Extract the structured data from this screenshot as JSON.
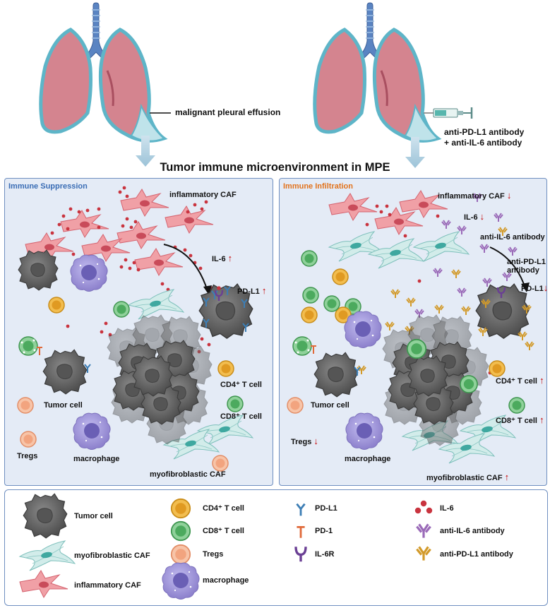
{
  "top": {
    "left_annotation": "malignant pleural effusion",
    "right_annotation_line1": "anti-PD-L1 antibody",
    "right_annotation_line2": "+ anti-IL-6 antibody"
  },
  "title": "Tumor immune microenvironment in MPE",
  "left_panel": {
    "title": "Immune Suppression",
    "title_color": "#3a6db5",
    "labels": {
      "inflammatory_caf": "inflammatory CAF",
      "il6": "IL-6",
      "pdl1": "PD-L1",
      "cd4": "CD4⁺ T cell",
      "cd8": "CD8⁺ T cell",
      "tumor_cell": "Tumor cell",
      "tregs": "Tregs",
      "macrophage": "macrophage",
      "myofibroblastic_caf": "myofibroblastic CAF"
    }
  },
  "right_panel": {
    "title": "Immune Infiltration",
    "title_color": "#e2731d",
    "labels": {
      "inflammatory_caf": "inflammatory CAF",
      "il6": "IL-6",
      "anti_il6": "anti-IL-6 antibody",
      "anti_pdl1_line1": "anti-PD-L1",
      "anti_pdl1_line2": "antibody",
      "pdl1": "PD-L1",
      "cd4": "CD4⁺ T cell",
      "cd8": "CD8⁺ T cell",
      "tumor_cell": "Tumor cell",
      "tregs": "Tregs",
      "macrophage": "macrophage",
      "myofibroblastic_caf": "myofibroblastic CAF"
    }
  },
  "arrows": {
    "up": "↑",
    "down": "↓"
  },
  "legend": {
    "items": [
      {
        "label": "Tumor cell",
        "icon": "tumor-cell-icon"
      },
      {
        "label": "myofibroblastic CAF",
        "icon": "myofibroblastic-caf-icon"
      },
      {
        "label": "inflammatory CAF",
        "icon": "inflammatory-caf-icon"
      },
      {
        "label": "CD4⁺ T cell",
        "icon": "cd4-t-cell-icon"
      },
      {
        "label": "CD8⁺ T cell",
        "icon": "cd8-t-cell-icon"
      },
      {
        "label": "Tregs",
        "icon": "tregs-icon"
      },
      {
        "label": "macrophage",
        "icon": "macrophage-icon"
      },
      {
        "label": "PD-L1",
        "icon": "pd-l1-icon"
      },
      {
        "label": "PD-1",
        "icon": "pd-1-icon"
      },
      {
        "label": "IL-6R",
        "icon": "il-6r-icon"
      },
      {
        "label": "IL-6",
        "icon": "il-6-icon"
      },
      {
        "label": "anti-IL-6 antibody",
        "icon": "anti-il-6-antibody-icon"
      },
      {
        "label": "anti-PD-L1 antibody",
        "icon": "anti-pd-l1-antibody-icon"
      }
    ]
  },
  "colors": {
    "panel_border": "#6f8fc0",
    "panel_fill": "#e4ebf6",
    "tumor": "#6b6b6b",
    "cd4": "#e8a830",
    "cd8": "#5bb36a",
    "tregs": "#f0a07a",
    "macrophage": "#8f83cf",
    "inflammatory_caf": "#e8868e",
    "myofibroblastic_caf": "#a9d6d3",
    "il6": "#c9343f",
    "increase": "#c40000"
  }
}
